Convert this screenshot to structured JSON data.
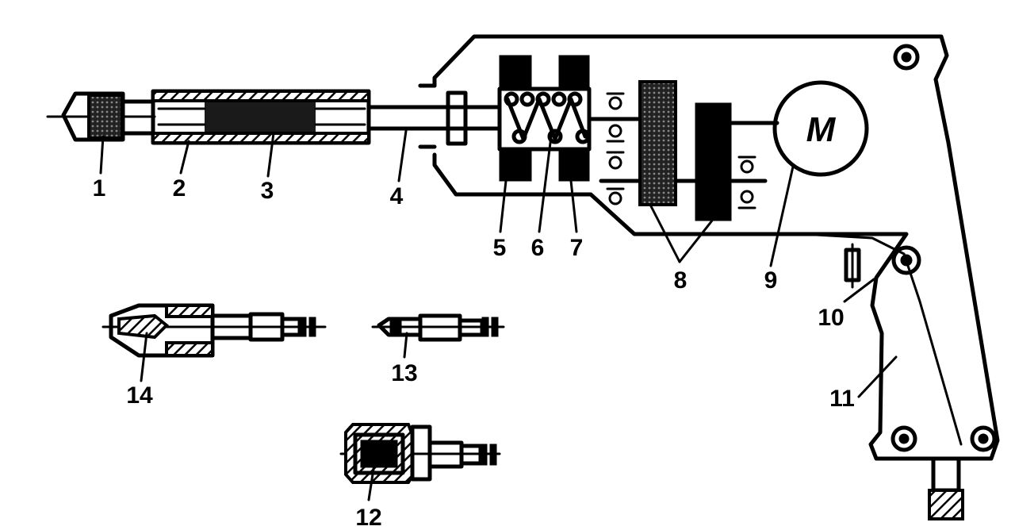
{
  "diagram": {
    "motor_symbol": "M",
    "labels": {
      "l1": "1",
      "l2": "2",
      "l3": "3",
      "l4": "4",
      "l5": "5",
      "l6": "6",
      "l7": "7",
      "l8": "8",
      "l9": "9",
      "l10": "10",
      "l11": "11",
      "l12": "12",
      "l13": "13",
      "l14": "14"
    }
  }
}
